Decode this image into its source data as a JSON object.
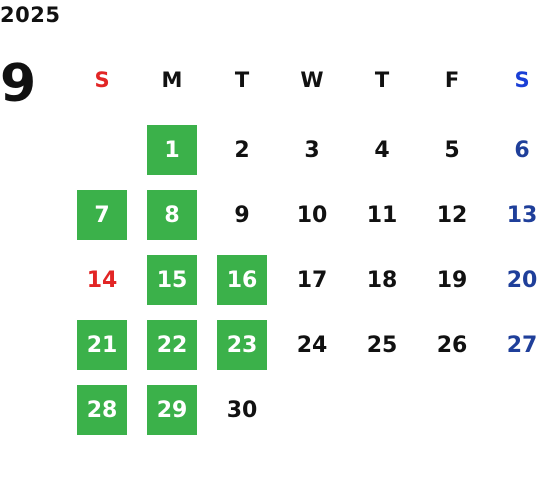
{
  "calendar": {
    "year": "2025",
    "month": "9",
    "weekdays": [
      "S",
      "M",
      "T",
      "W",
      "T",
      "F",
      "S"
    ],
    "colors": {
      "highlight": "#3bb14a",
      "sunday_red": "#e22525",
      "saturday_blue": "#1f3f9a",
      "saturday_header_blue": "#1a3fd6",
      "text": "#111111"
    },
    "weeks": [
      [
        null,
        "1",
        "2",
        "3",
        "4",
        "5",
        "6"
      ],
      [
        "7",
        "8",
        "9",
        "10",
        "11",
        "12",
        "13"
      ],
      [
        "14",
        "15",
        "16",
        "17",
        "18",
        "19",
        "20"
      ],
      [
        "21",
        "22",
        "23",
        "24",
        "25",
        "26",
        "27"
      ],
      [
        "28",
        "29",
        "30",
        null,
        null,
        null,
        null
      ]
    ],
    "highlighted_days": [
      "1",
      "7",
      "8",
      "15",
      "16",
      "21",
      "22",
      "23",
      "28",
      "29"
    ],
    "red_days": [
      "14"
    ]
  }
}
